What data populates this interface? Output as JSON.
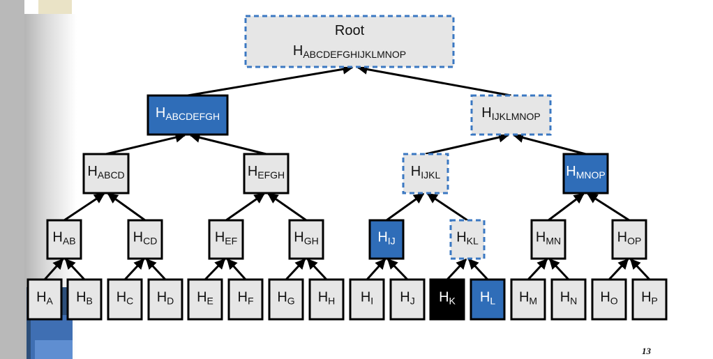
{
  "root": {
    "title": "Root",
    "prefix": "H",
    "sub": "ABCDEFGHIJKLMNOP"
  },
  "level1": [
    {
      "prefix": "H",
      "sub": "ABCDEFGH",
      "style": "highlight"
    },
    {
      "prefix": "H",
      "sub": "IJKLMNOP",
      "style": "dashed"
    }
  ],
  "level2": [
    {
      "prefix": "H",
      "sub": "ABCD",
      "style": "normal"
    },
    {
      "prefix": "H",
      "sub": "EFGH",
      "style": "normal"
    },
    {
      "prefix": "H",
      "sub": "IJKL",
      "style": "dashed"
    },
    {
      "prefix": "H",
      "sub": "MNOP",
      "style": "highlight"
    }
  ],
  "level3": [
    {
      "prefix": "H",
      "sub": "AB",
      "style": "normal"
    },
    {
      "prefix": "H",
      "sub": "CD",
      "style": "normal"
    },
    {
      "prefix": "H",
      "sub": "EF",
      "style": "normal"
    },
    {
      "prefix": "H",
      "sub": "GH",
      "style": "normal"
    },
    {
      "prefix": "H",
      "sub": "IJ",
      "style": "highlight"
    },
    {
      "prefix": "H",
      "sub": "KL",
      "style": "dashed"
    },
    {
      "prefix": "H",
      "sub": "MN",
      "style": "normal"
    },
    {
      "prefix": "H",
      "sub": "OP",
      "style": "normal"
    }
  ],
  "leaves": [
    {
      "prefix": "H",
      "sub": "A",
      "style": "normal"
    },
    {
      "prefix": "H",
      "sub": "B",
      "style": "normal"
    },
    {
      "prefix": "H",
      "sub": "C",
      "style": "normal"
    },
    {
      "prefix": "H",
      "sub": "D",
      "style": "normal"
    },
    {
      "prefix": "H",
      "sub": "E",
      "style": "normal"
    },
    {
      "prefix": "H",
      "sub": "F",
      "style": "normal"
    },
    {
      "prefix": "H",
      "sub": "G",
      "style": "normal"
    },
    {
      "prefix": "H",
      "sub": "H",
      "style": "normal"
    },
    {
      "prefix": "H",
      "sub": "I",
      "style": "normal"
    },
    {
      "prefix": "H",
      "sub": "J",
      "style": "normal"
    },
    {
      "prefix": "H",
      "sub": "K",
      "style": "target"
    },
    {
      "prefix": "H",
      "sub": "L",
      "style": "highlight"
    },
    {
      "prefix": "H",
      "sub": "M",
      "style": "normal"
    },
    {
      "prefix": "H",
      "sub": "N",
      "style": "normal"
    },
    {
      "prefix": "H",
      "sub": "O",
      "style": "normal"
    },
    {
      "prefix": "H",
      "sub": "P",
      "style": "normal"
    }
  ],
  "page_number": "13",
  "colors": {
    "node_fill": "#e6e6e6",
    "highlight_fill": "#2f6db8",
    "dashed_stroke": "#3b78c2",
    "target_fill": "#000000",
    "edge": "#000000"
  }
}
